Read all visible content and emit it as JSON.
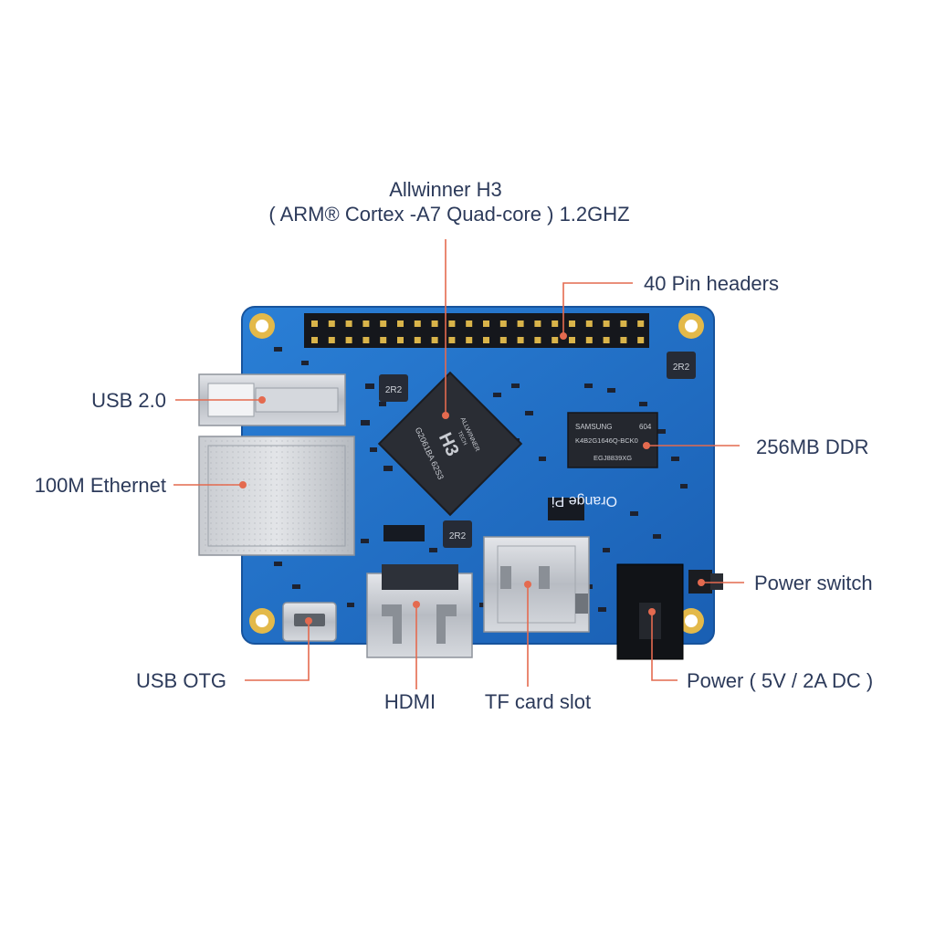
{
  "callouts": {
    "soc_line1": "Allwinner H3",
    "soc_line2": "( ARM® Cortex -A7 Quad-core ) 1.2GHZ",
    "pin_headers": "40 Pin headers",
    "usb2": "USB 2.0",
    "ddr": "256MB DDR",
    "ethernet": "100M Ethernet",
    "power_switch": "Power switch",
    "usb_otg": "USB OTG",
    "power": "Power ( 5V / 2A DC )",
    "hdmi": "HDMI",
    "tf_card": "TF card slot"
  },
  "chips": {
    "soc_brand_1": "ALLWINNER",
    "soc_brand_2": "TECH",
    "soc_model": "H3",
    "soc_code": "G2061BA  62S3",
    "ddr_brand": "SAMSUNG",
    "ddr_code": "604",
    "ddr_part": "K4B2G1646Q-BCK0",
    "ddr_lot": "EGJ8839XG",
    "inductor_1": "2R2",
    "inductor_2": "2R2",
    "inductor_3": "2R2",
    "board_logo": "Orange Pi"
  },
  "colors": {
    "board": "#1f6fc8",
    "leader": "#e46a4f",
    "label": "#2c3a5a"
  }
}
